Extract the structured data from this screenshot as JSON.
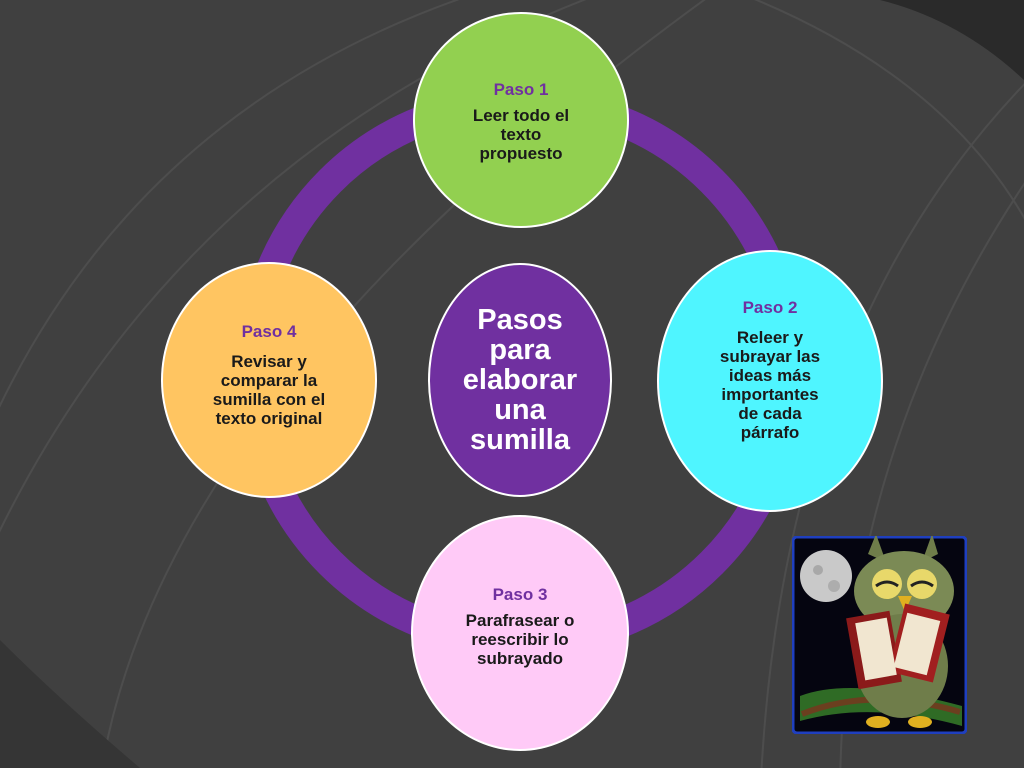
{
  "diagram": {
    "center": {
      "text": "Pasos\npara\nelaborar\nuna\nsumilla"
    },
    "steps": [
      {
        "title": "Paso 1",
        "text": "Leer todo el\ntexto\npropuesto"
      },
      {
        "title": "Paso 2",
        "text": "Releer y\nsubrayar las\nideas más\nimportantes\nde cada\npárrafo"
      },
      {
        "title": "Paso 3",
        "text": "Parafrasear o\nreescribir lo\nsubrayado"
      },
      {
        "title": "Paso 4",
        "text": "Revisar y\ncomparar la\nsumilla con el\ntexto original"
      }
    ]
  },
  "colors": {
    "background": "#404040",
    "ring": "#7030a0",
    "step1": "#92d050",
    "step2": "#4ff5ff",
    "step3": "#ffcaf7",
    "step4": "#ffc561",
    "center": "#7030a0"
  },
  "decor": {
    "illustration": "owl-reading-book-icon"
  }
}
